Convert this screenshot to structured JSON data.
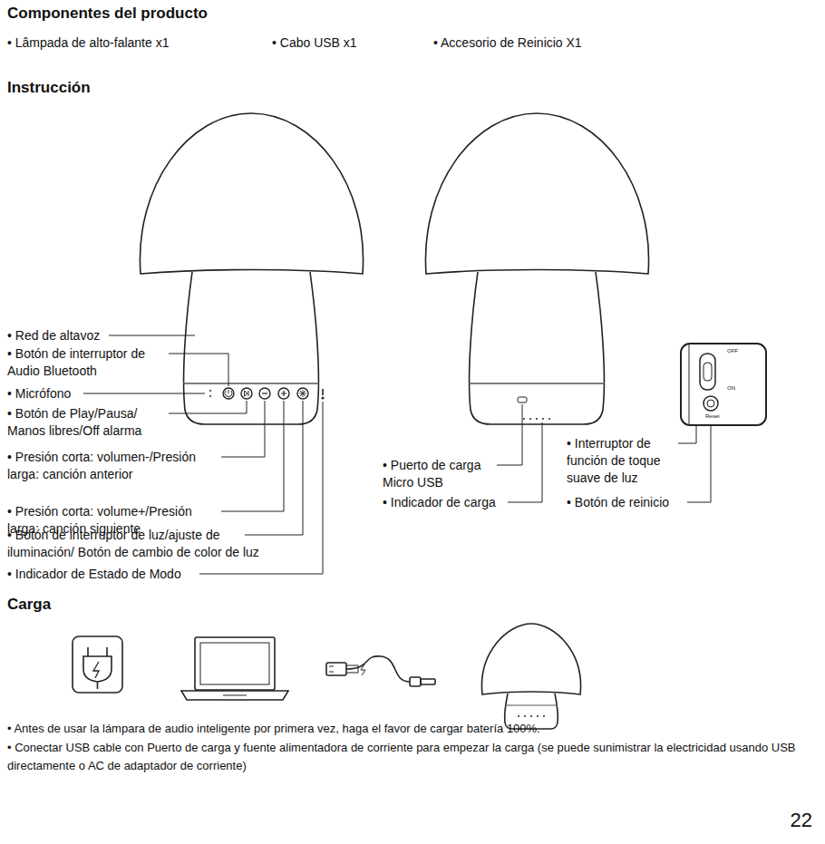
{
  "diagram": {
    "title": "Componentes del producto",
    "nodes": [
      {
        "text": [
          "OFF",
          "ON",
          "Reset"
        ]
      }
    ],
    "labels": [
      "• Lâmpada de alto-falante x1",
      "• Cabo USB x1",
      "• Accesorio de Reinicio X1",
      "Instrucción",
      "• Red de altavoz",
      "• Botón de interruptor de Audio Bluetooth",
      "• Micrófono",
      "• Botón de Play/Pausa/ Manos libres/Off alarma",
      "• Presión corta: volumen-/Presión larga: canción anterior",
      "• Presión corta: volume+/Presión larga: canción siguiente",
      "• Botón de interruptor de luz/ajuste de iluminación/ Botón de cambio de color de luz",
      "• Indicador de Estado de Modo",
      "• Puerto de carga Micro USB",
      "• Indicador de carga",
      "• Interruptor de función de toque suave de luz",
      "• Botón de reinicio",
      "Carga",
      "• Antes de usar la lámpara de audio inteligente por primera vez, haga el favor de cargar batería 100%.",
      "• Conectar USB cable con Puerto de carga y fuente alimentadora de corriente para empezar la carga (se puede sunimistrar la electricidad usando USB directamente o AC de adaptador de corriente)",
      "22"
    ]
  }
}
